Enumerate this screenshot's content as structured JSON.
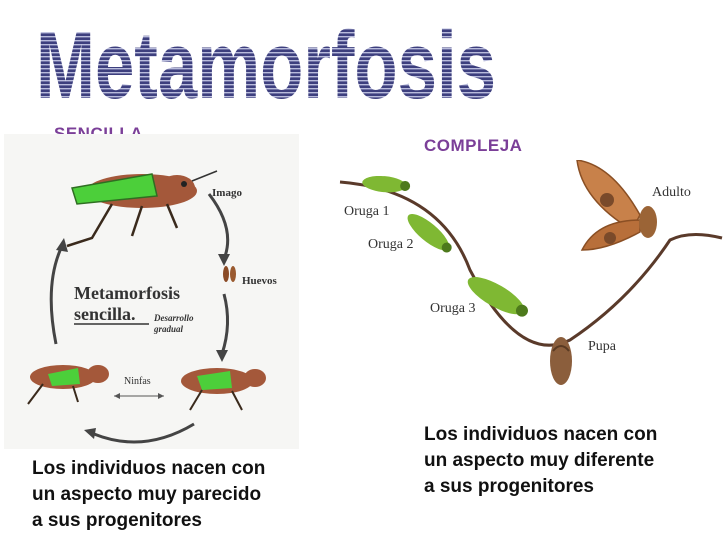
{
  "title": "Metamorfosis",
  "simple": {
    "label": "SENCILLA",
    "diagram_title_line1": "Metamorfosis",
    "diagram_title_line2": "sencilla.",
    "diagram_subtitle_line1": "Desarrollo",
    "diagram_subtitle_line2": "gradual",
    "stage_imago": "Imago",
    "stage_huevos": "Huevos",
    "stage_ninfas": "Ninfas",
    "caption_line1": "Los individuos nacen con",
    "caption_line2": "un aspecto muy parecido",
    "caption_line3": "a sus progenitores"
  },
  "complex": {
    "label": "COMPLEJA",
    "stage_oruga1": "Oruga 1",
    "stage_oruga2": "Oruga 2",
    "stage_oruga3": "Oruga 3",
    "stage_pupa": "Pupa",
    "stage_adulto": "Adulto",
    "caption_line1": "Los individuos nacen con",
    "caption_line2": "un aspecto muy diferente",
    "caption_line3": "a sus progenitores"
  },
  "colors": {
    "title_fill": "#3d3f7e",
    "label": "#7b3f98",
    "grasshopper_green": "#4ccf3a",
    "grasshopper_brown": "#a4583a",
    "caterpillar_green": "#7fb833",
    "butterfly": "#c8814a"
  }
}
